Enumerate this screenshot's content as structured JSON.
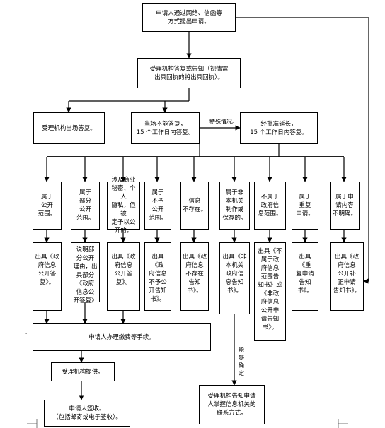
{
  "nodes": {
    "start": "申请人通过网络、信函等\n方式提出申请。",
    "accept": "受理机构答复或告知（视情需\n出具回执的将出具回执）。",
    "onsite": "受理机构当场答复。",
    "cannot": "当场不能答复，\n15 个工作日内答复。",
    "extend": "经批准延长，\n15 个工作日内答复。",
    "cat1": "属于\n公开\n范围。",
    "cat2": "属于\n部分\n公开\n范围。",
    "cat3": "涉及商业\n秘密、个人\n隐私，但被\n定予以公\n开的。",
    "cat4": "属于\n不予\n公开\n范围。",
    "cat5": "信息\n不存在。",
    "cat6": "属于非\n本机关\n制作或\n保存的。",
    "cat7": "不属于\n政府信\n息范围。",
    "cat8": "属于\n重复\n申请。",
    "cat9": "属于申\n请内容\n不明确。",
    "out1": "出具《政\n府信息\n公开答\n复》。",
    "out2": "说明部\n分公开\n理由，出\n具部分\n《政府\n信息公\n开答复》",
    "out3": "出具《政\n府信息\n公开答\n复》。",
    "out4": "出具《政\n府信息\n不予公\n开告知\n书》。",
    "out5": "出具《政\n府信息\n不存在\n告知书》。",
    "out6": "出具《非\n本机关\n政府信\n息告知\n书》。",
    "out7": "出具《不\n属于政\n府信息\n范围告\n知书》或\n《非政\n府信息\n公开申\n请告知\n书》。",
    "out8": "出具《重\n复申请\n告知书》。",
    "out9": "出具《政\n府信息\n公开补\n正申请\n告知书》。",
    "fees": "申请人办理缴费等手续。",
    "provide": "受理机构提供。",
    "sign": "申请人签收。\n（包括邮寄或电子签收）。",
    "inform": "受理机构告知申请\n人掌握信息机关的\n联系方式。"
  },
  "labels": {
    "special": "特殊情况。",
    "able": "能\n够\n确\n定",
    "mark": ","
  }
}
